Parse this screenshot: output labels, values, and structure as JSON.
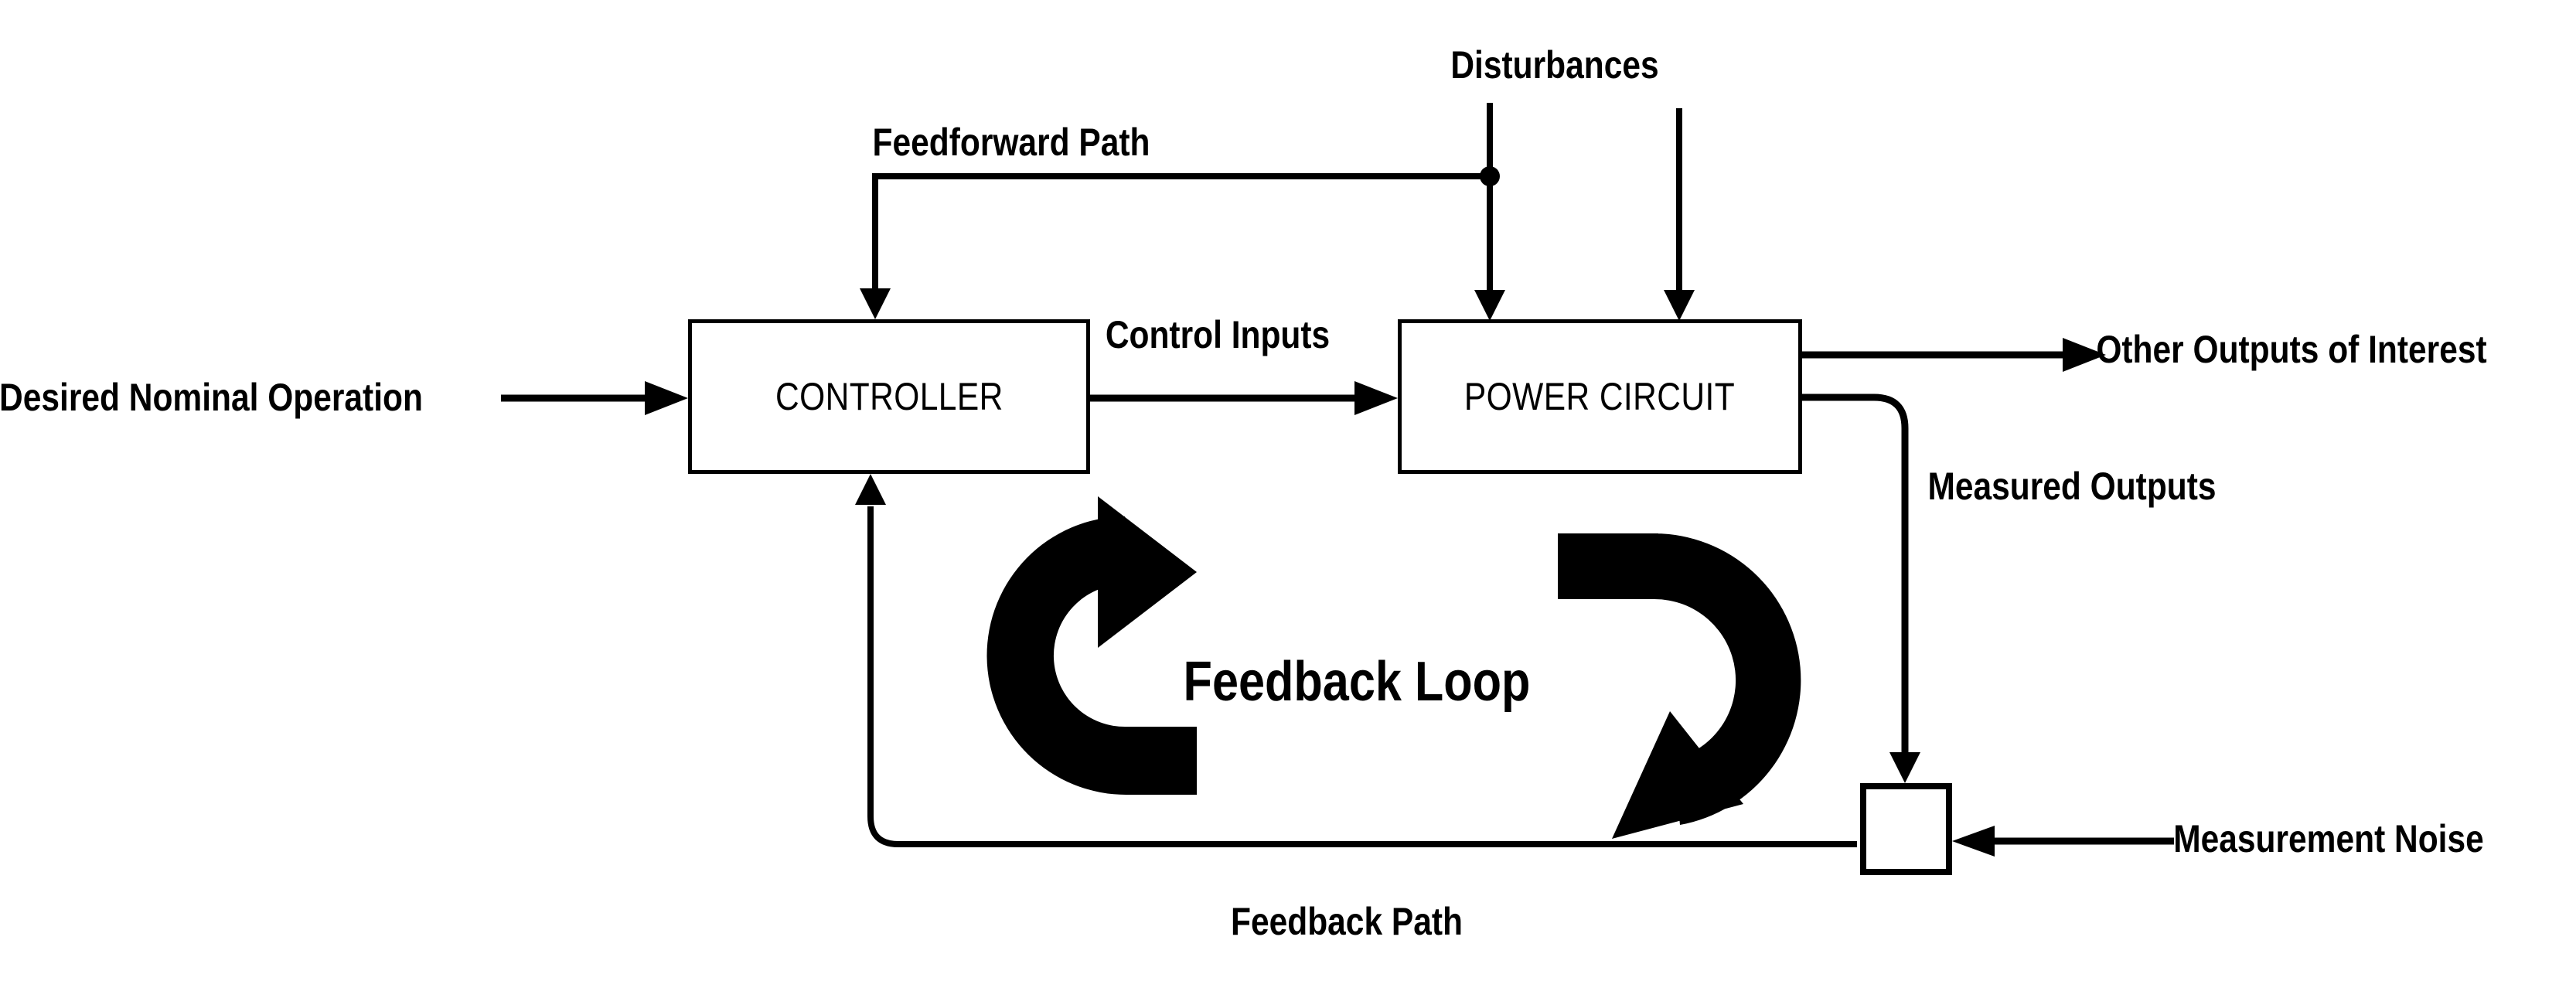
{
  "diagram": {
    "blocks": {
      "controller": "CONTROLLER",
      "power_circuit": "POWER CIRCUIT"
    },
    "labels": {
      "desired_nominal_operation": "Desired Nominal Operation",
      "feedforward_path": "Feedforward Path",
      "disturbances": "Disturbances",
      "control_inputs": "Control Inputs",
      "other_outputs_of_interest": "Other Outputs of Interest",
      "measured_outputs": "Measured Outputs",
      "measurement_noise": "Measurement Noise",
      "feedback_loop": "Feedback Loop",
      "feedback_path": "Feedback Path"
    },
    "colors": {
      "ink": "#000000",
      "background": "#ffffff"
    }
  }
}
